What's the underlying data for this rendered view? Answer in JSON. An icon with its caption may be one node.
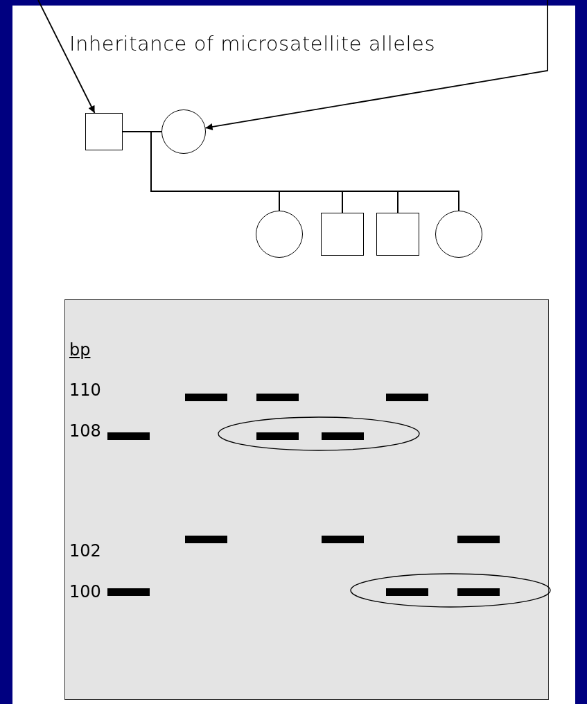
{
  "diagram": {
    "title": "Inheritance of microsatellite alleles",
    "nodes": [
      {
        "text": [],
        "shape": "box"
      },
      {
        "text": [],
        "shape": "circle"
      },
      {
        "text": [],
        "shape": "circle"
      },
      {
        "text": [],
        "shape": "box"
      },
      {
        "text": [],
        "shape": "box"
      },
      {
        "text": [],
        "shape": "circle"
      }
    ],
    "edges": [
      {
        "from": null,
        "to": 0,
        "arrow": "to"
      },
      {
        "from": null,
        "to": 1,
        "arrow": "to"
      },
      {
        "from": 0,
        "to": 1,
        "arrow": "none"
      },
      {
        "from": 0,
        "to": 2,
        "arrow": "none"
      },
      {
        "from": 1,
        "to": 2,
        "arrow": "none"
      },
      {
        "from": 0,
        "to": 3,
        "arrow": "none"
      },
      {
        "from": 1,
        "to": 3,
        "arrow": "none"
      },
      {
        "from": 0,
        "to": 4,
        "arrow": "none"
      },
      {
        "from": 1,
        "to": 4,
        "arrow": "none"
      },
      {
        "from": 0,
        "to": 5,
        "arrow": "none"
      },
      {
        "from": 1,
        "to": 5,
        "arrow": "none"
      }
    ],
    "labels": [
      "bp",
      "110",
      "108",
      "102",
      "100"
    ]
  }
}
